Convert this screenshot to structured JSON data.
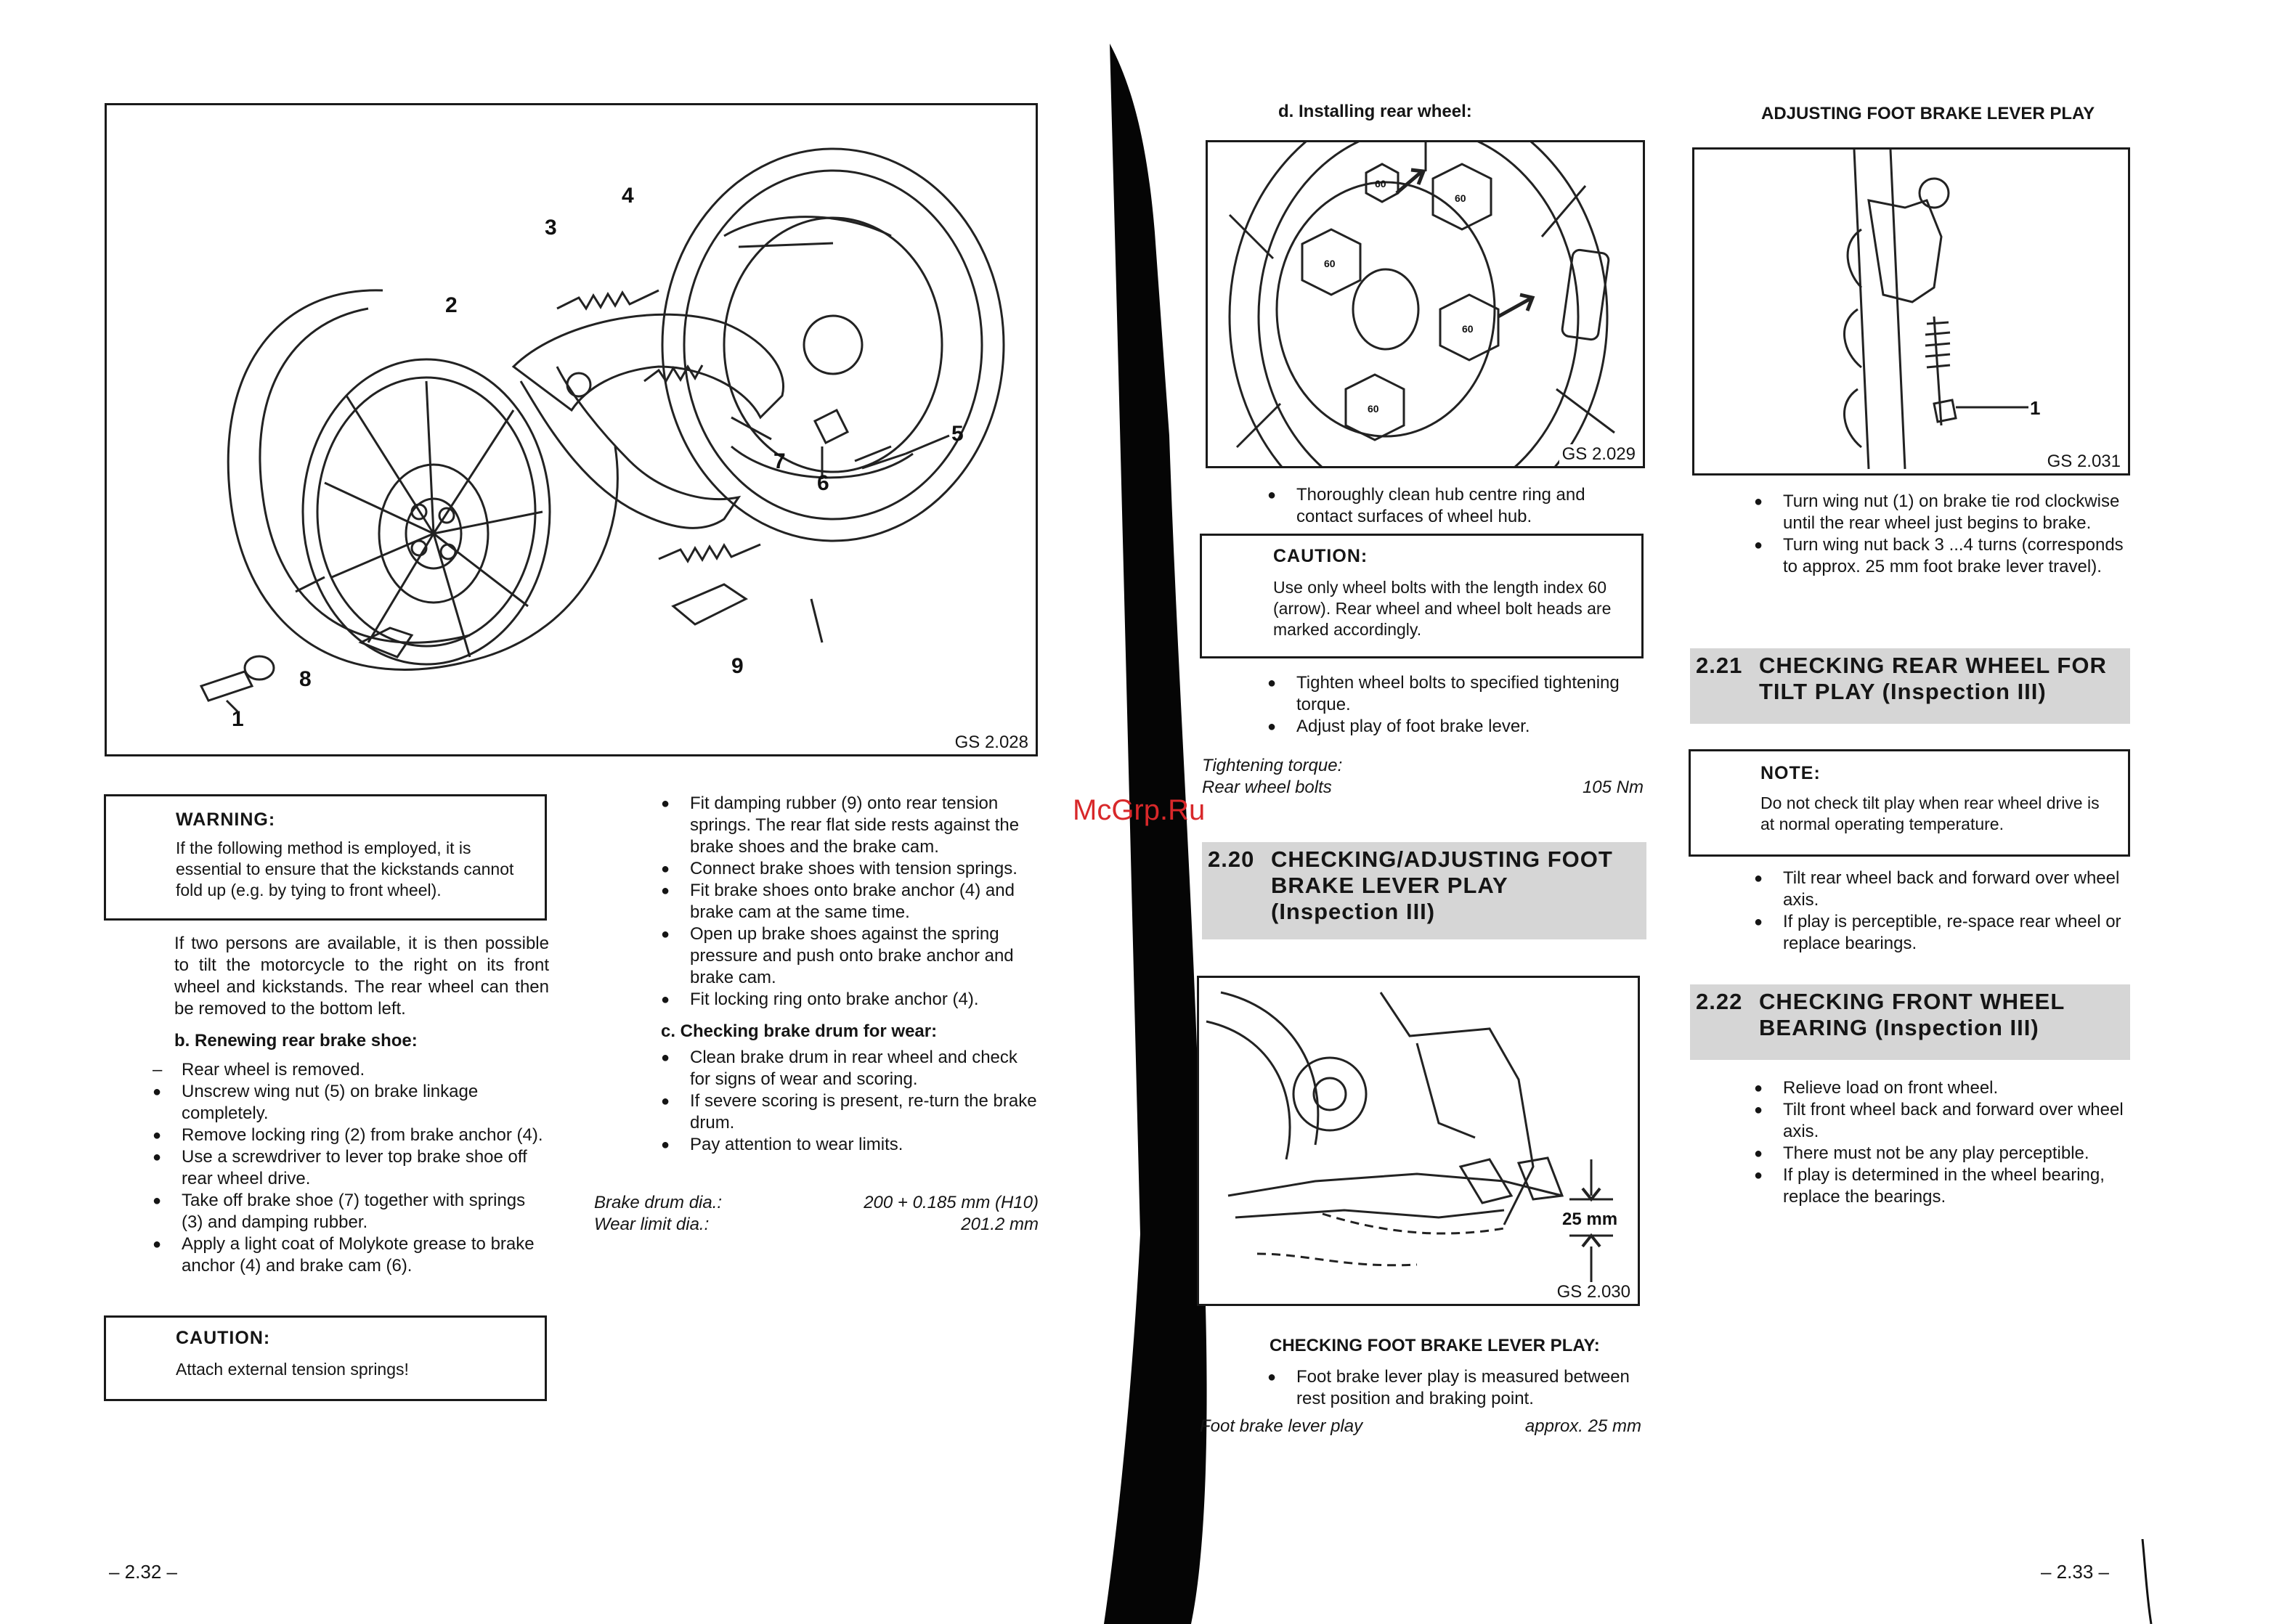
{
  "left": {
    "figure": {
      "label": "GS 2.028",
      "callouts": [
        "1",
        "2",
        "3",
        "4",
        "5",
        "6",
        "7",
        "8",
        "9"
      ]
    },
    "warning": {
      "title": "WARNING:",
      "text": "If the following method is employed, it is essential to ensure that the kickstands cannot fold up (e.g. by tying to front wheel)."
    },
    "intro": "If two persons are available, it is then possible to tilt the motorcycle to the right on its front wheel and kickstands. The rear wheel can then be removed to the bottom left.",
    "section_b": {
      "title": "b. Renewing rear brake shoe:",
      "items": [
        "Rear wheel is removed.",
        "Unscrew wing nut (5) on brake linkage completely.",
        "Remove locking ring (2) from brake anchor (4).",
        "Use a screwdriver to lever top brake shoe off rear wheel drive.",
        "Take off brake shoe (7) together with springs (3) and damping rubber.",
        "Apply a light coat of Molykote grease to brake anchor (4) and brake cam (6)."
      ]
    },
    "caution": {
      "title": "CAUTION:",
      "text": "Attach external tension springs!"
    },
    "col2_items": [
      "Fit damping rubber (9) onto rear tension springs. The rear flat side rests against the brake shoes and the brake cam.",
      "Connect brake shoes with tension springs.",
      "Fit brake shoes onto brake anchor (4) and brake cam at the same time.",
      "Open up brake shoes against the spring pressure and push onto brake anchor and brake cam.",
      "Fit locking ring onto brake anchor (4)."
    ],
    "section_c": {
      "title": "c. Checking brake drum for wear:",
      "items": [
        "Clean brake drum in rear wheel and check for signs of wear and scoring.",
        "If severe scoring is present, re-turn the brake drum.",
        "Pay attention to wear limits."
      ]
    },
    "specs": [
      {
        "label": "Brake drum dia.:",
        "value": "200 + 0.185 mm (H10)"
      },
      {
        "label": "Wear limit dia.:",
        "value": "201.2 mm"
      }
    ],
    "page_number": "– 2.32 –"
  },
  "right": {
    "section_d": {
      "title": "d. Installing rear wheel:"
    },
    "figure1": {
      "label": "GS 2.029",
      "marks": [
        "60",
        "60",
        "60",
        "60",
        "60"
      ]
    },
    "clean_item": "Thoroughly clean hub centre ring and contact surfaces of wheel hub.",
    "caution": {
      "title": "CAUTION:",
      "text": "Use only wheel bolts with the length index 60 (arrow). Rear wheel and wheel bolt heads are marked accordingly."
    },
    "items_after": [
      "Tighten wheel bolts to specified tightening torque.",
      "Adjust play of foot brake lever."
    ],
    "torque": {
      "heading": "Tightening torque:",
      "label": "Rear wheel bolts",
      "value": "105 Nm"
    },
    "sec_220": {
      "num": "2.20",
      "title": "CHECKING/ADJUSTING FOOT BRAKE LEVER PLAY (Inspection III)"
    },
    "figure2": {
      "label": "GS 2.030",
      "dim": "25 mm"
    },
    "check_play": {
      "title": "CHECKING FOOT BRAKE LEVER PLAY:",
      "item": "Foot brake lever play is measured between rest position and braking point.",
      "spec_label": "Foot brake lever play",
      "spec_value": "approx. 25 mm"
    },
    "adjust": {
      "title": "ADJUSTING FOOT BRAKE LEVER PLAY",
      "figure": {
        "label": "GS 2.031",
        "callout": "1"
      },
      "items": [
        "Turn wing nut (1) on brake tie rod clockwise until the rear wheel just begins to brake.",
        "Turn wing nut back 3 ...4 turns (corresponds to approx. 25 mm foot brake lever travel)."
      ]
    },
    "sec_221": {
      "num": "2.21",
      "title": "CHECKING REAR WHEEL FOR TILT PLAY (Inspection III)"
    },
    "note": {
      "title": "NOTE:",
      "text": "Do not check tilt play when rear wheel drive is at normal operating temperature."
    },
    "items_221": [
      "Tilt rear wheel back and forward over wheel axis.",
      "If play is perceptible, re-space rear wheel or replace bearings."
    ],
    "sec_222": {
      "num": "2.22",
      "title": "CHECKING FRONT WHEEL BEARING (Inspection III)"
    },
    "items_222": [
      "Relieve load on front wheel.",
      "Tilt front wheel back and forward over wheel axis.",
      "There must not be any play perceptible.",
      "If play is determined in the wheel bearing, replace the bearings."
    ],
    "page_number": "– 2.33 –"
  },
  "watermark": "McGrp.Ru"
}
